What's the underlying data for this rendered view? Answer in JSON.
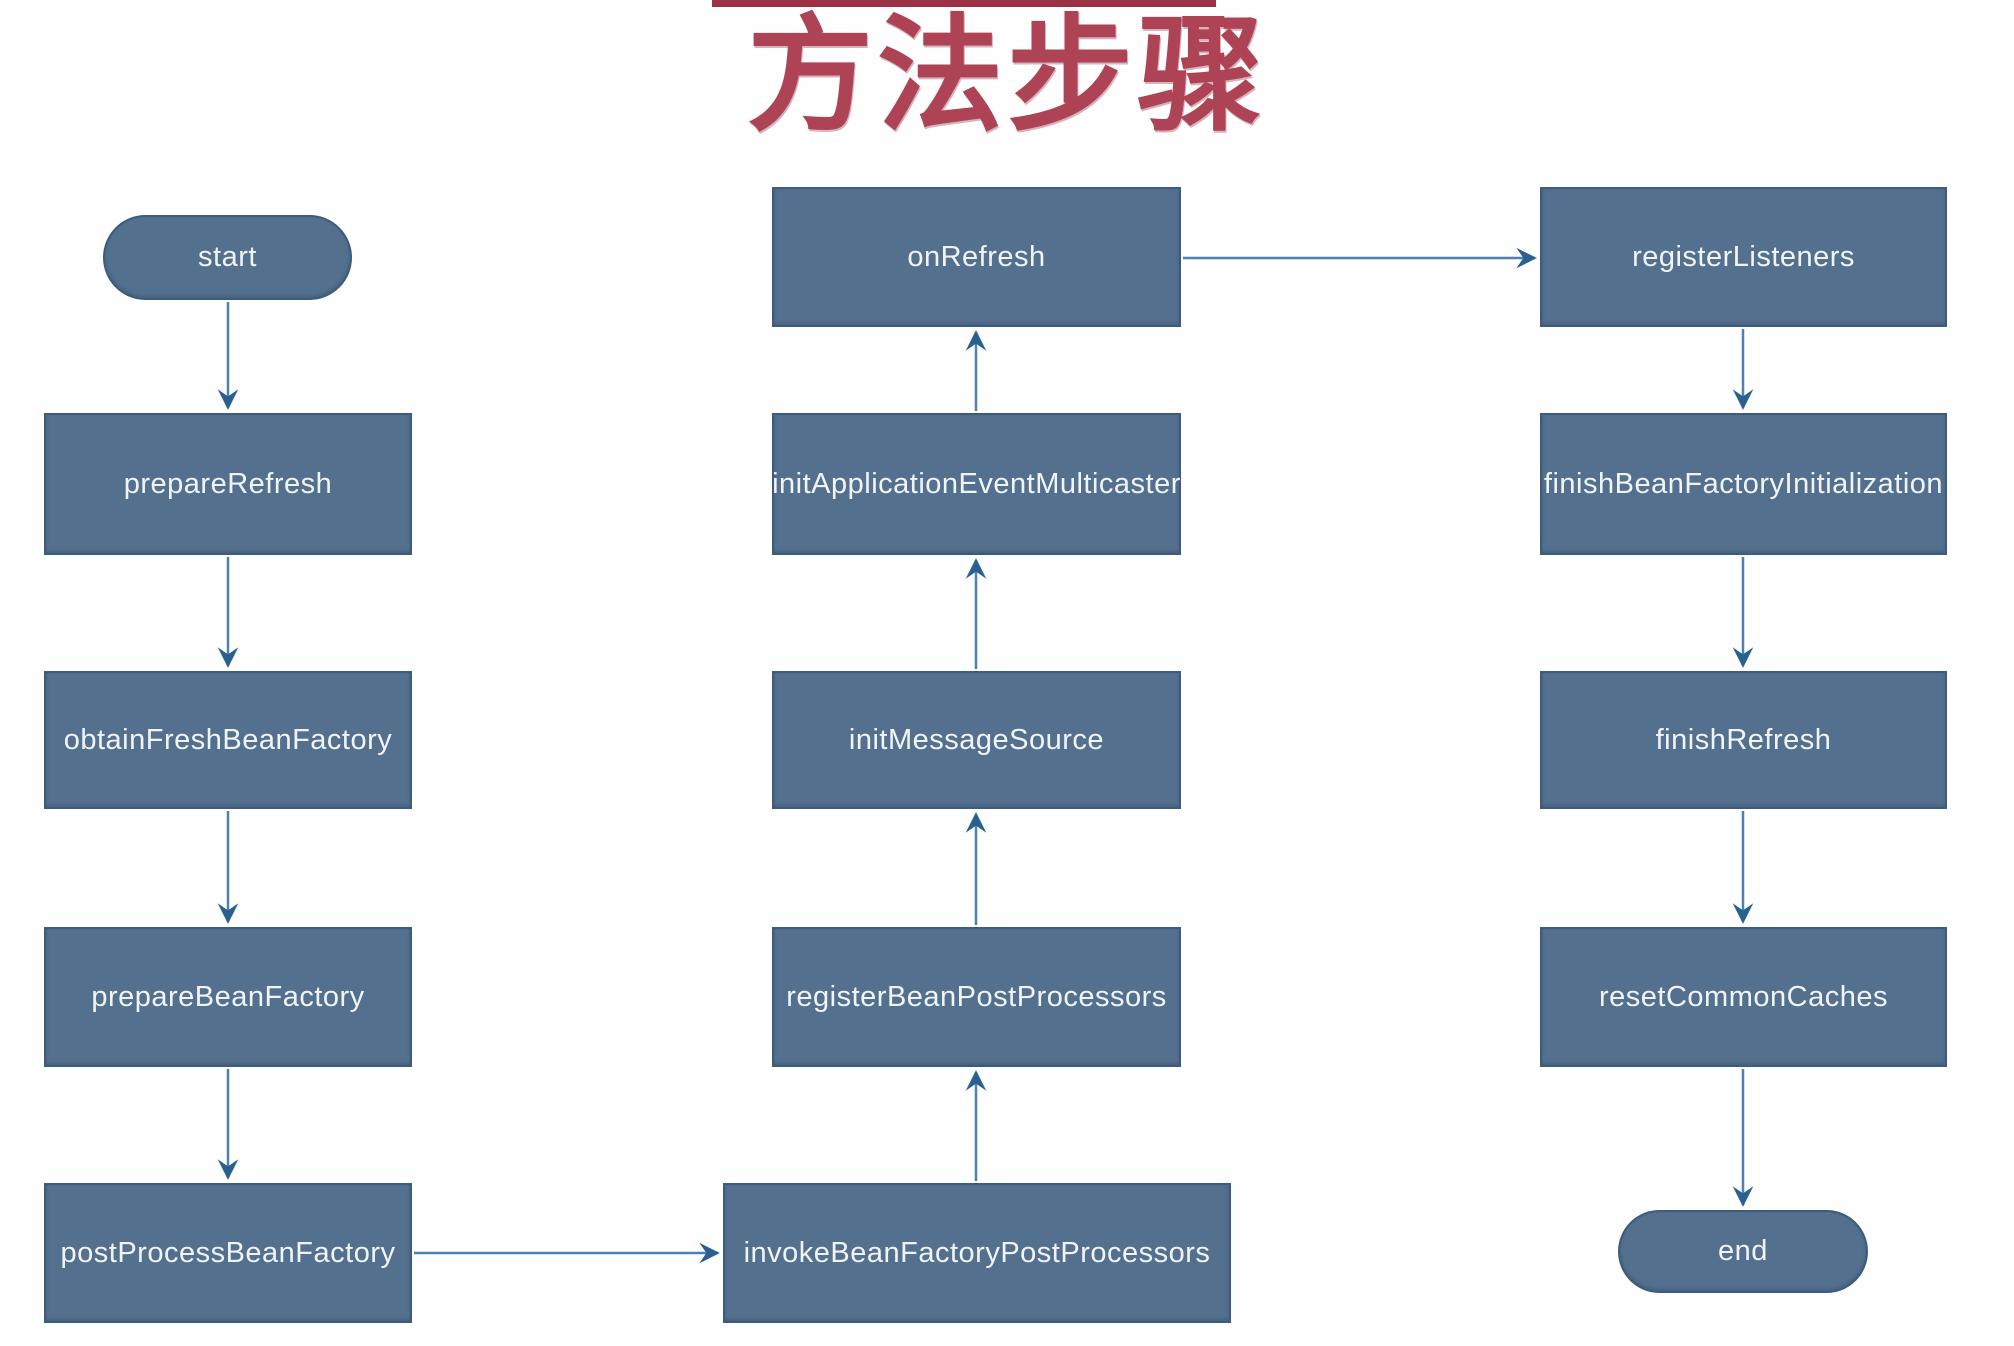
{
  "title": {
    "text": "方法步骤"
  },
  "colors": {
    "title_red": "#ae4355",
    "top_bar_red": "#9d3145",
    "node_fill": "#53708e",
    "node_border": "#3d5c7d",
    "node_text": "#f1f4f7",
    "arrow_line": "#4d82b0",
    "arrow_head": "#2a6090",
    "background": "#fefefe"
  },
  "diagram": {
    "nodes": [
      {
        "id": "start",
        "label": "start",
        "shape": "pill"
      },
      {
        "id": "prepareRefresh",
        "label": "prepareRefresh",
        "shape": "rect"
      },
      {
        "id": "obtainFreshBeanFactory",
        "label": "obtainFreshBeanFactory",
        "shape": "rect"
      },
      {
        "id": "prepareBeanFactory",
        "label": "prepareBeanFactory",
        "shape": "rect"
      },
      {
        "id": "postProcessBeanFactory",
        "label": "postProcessBeanFactory",
        "shape": "rect"
      },
      {
        "id": "invokeBeanFactoryPostProcessors",
        "label": "invokeBeanFactoryPostProcessors",
        "shape": "rect"
      },
      {
        "id": "registerBeanPostProcessors",
        "label": "registerBeanPostProcessors",
        "shape": "rect"
      },
      {
        "id": "initMessageSource",
        "label": "initMessageSource",
        "shape": "rect"
      },
      {
        "id": "initApplicationEventMulticaster",
        "label": "initApplicationEventMulticaster",
        "shape": "rect"
      },
      {
        "id": "onRefresh",
        "label": "onRefresh",
        "shape": "rect"
      },
      {
        "id": "registerListeners",
        "label": "registerListeners",
        "shape": "rect"
      },
      {
        "id": "finishBeanFactoryInitialization",
        "label": "finishBeanFactoryInitialization",
        "shape": "rect"
      },
      {
        "id": "finishRefresh",
        "label": "finishRefresh",
        "shape": "rect"
      },
      {
        "id": "resetCommonCaches",
        "label": "resetCommonCaches",
        "shape": "rect"
      },
      {
        "id": "end",
        "label": "end",
        "shape": "pill"
      }
    ],
    "edges": [
      {
        "from": "start",
        "to": "prepareRefresh"
      },
      {
        "from": "prepareRefresh",
        "to": "obtainFreshBeanFactory"
      },
      {
        "from": "obtainFreshBeanFactory",
        "to": "prepareBeanFactory"
      },
      {
        "from": "prepareBeanFactory",
        "to": "postProcessBeanFactory"
      },
      {
        "from": "postProcessBeanFactory",
        "to": "invokeBeanFactoryPostProcessors"
      },
      {
        "from": "invokeBeanFactoryPostProcessors",
        "to": "registerBeanPostProcessors"
      },
      {
        "from": "registerBeanPostProcessors",
        "to": "initMessageSource"
      },
      {
        "from": "initMessageSource",
        "to": "initApplicationEventMulticaster"
      },
      {
        "from": "initApplicationEventMulticaster",
        "to": "onRefresh"
      },
      {
        "from": "onRefresh",
        "to": "registerListeners"
      },
      {
        "from": "registerListeners",
        "to": "finishBeanFactoryInitialization"
      },
      {
        "from": "finishBeanFactoryInitialization",
        "to": "finishRefresh"
      },
      {
        "from": "finishRefresh",
        "to": "resetCommonCaches"
      },
      {
        "from": "resetCommonCaches",
        "to": "end"
      }
    ]
  }
}
